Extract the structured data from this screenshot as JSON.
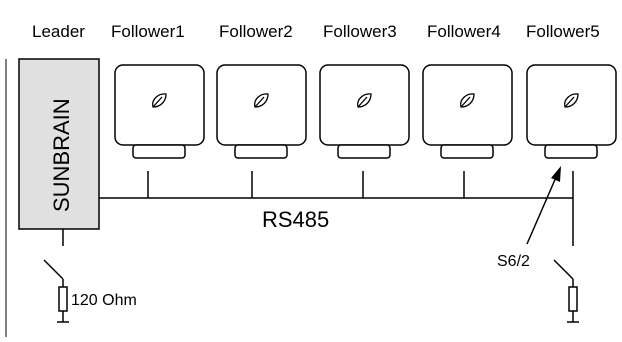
{
  "diagram": {
    "leader_label": "Leader",
    "leader_box_text": "SUNBRAIN",
    "followers": [
      "Follower1",
      "Follower2",
      "Follower3",
      "Follower4",
      "Follower5"
    ],
    "bus_label": "RS485",
    "switch_label": "S6/2",
    "resistor_label": "120 Ohm",
    "leader_box_color": "#e0e0e0",
    "line_color": "#000000",
    "icons": [
      "leaf-icon"
    ]
  }
}
